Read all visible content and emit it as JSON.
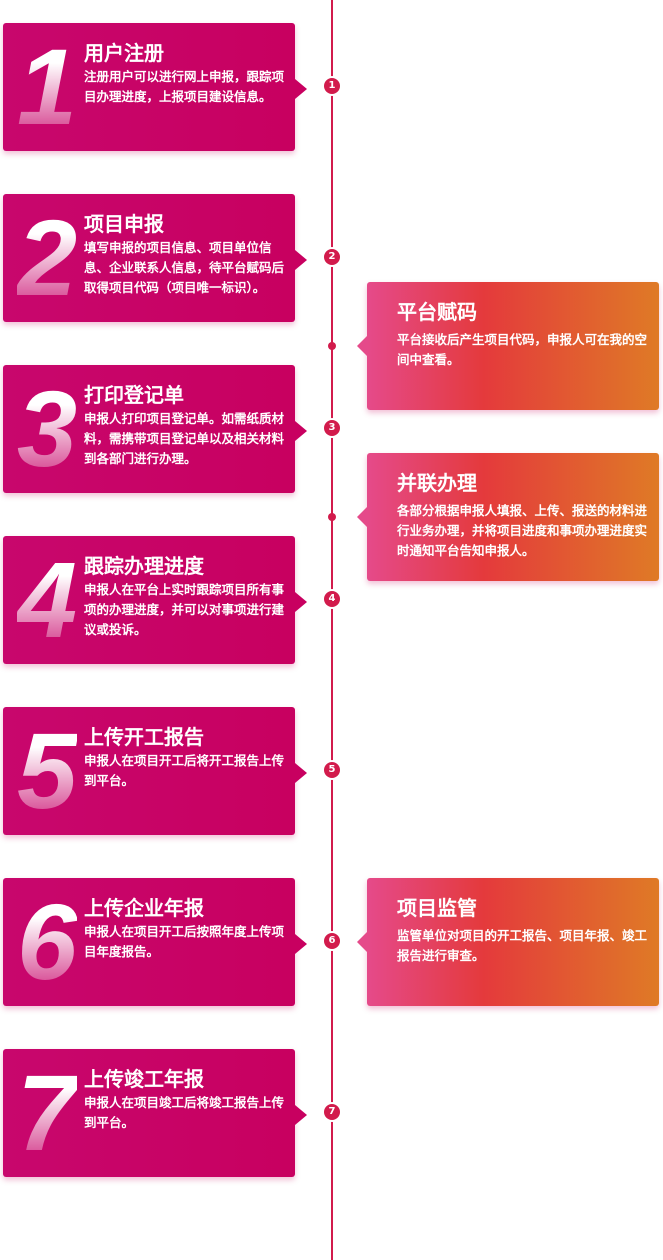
{
  "steps": [
    {
      "num": "1",
      "title": "用户注册",
      "desc": "注册用户可以进行网上申报，跟踪项目办理进度，上报项目建设信息。"
    },
    {
      "num": "2",
      "title": "项目申报",
      "desc": "填写申报的项目信息、项目单位信息、企业联系人信息，待平台赋码后取得项目代码（项目唯一标识）。"
    },
    {
      "num": "3",
      "title": "打印登记单",
      "desc": "申报人打印项目登记单。如需纸质材料，需携带项目登记单以及相关材料到各部门进行办理。"
    },
    {
      "num": "4",
      "title": "跟踪办理进度",
      "desc": "申报人在平台上实时跟踪项目所有事项的办理进度，并可以对事项进行建议或投诉。"
    },
    {
      "num": "5",
      "title": "上传开工报告",
      "desc": "申报人在项目开工后将开工报告上传到平台。"
    },
    {
      "num": "6",
      "title": "上传企业年报",
      "desc": "申报人在项目开工后按照年度上传项目年度报告。"
    },
    {
      "num": "7",
      "title": "上传竣工年报",
      "desc": "申报人在项目竣工后将竣工报告上传到平台。"
    }
  ],
  "side": [
    {
      "title": "平台赋码",
      "desc": "平台接收后产生项目代码，申报人可在我的空间中查看。"
    },
    {
      "title": "并联办理",
      "desc": "各部分根据申报人填报、上传、报送的材料进行业务办理，并将项目进度和事项办理进度实时通知平台告知申报人。"
    },
    {
      "title": "项目监管",
      "desc": "监管单位对项目的开工报告、项目年报、竣工报告进行审查。"
    }
  ]
}
